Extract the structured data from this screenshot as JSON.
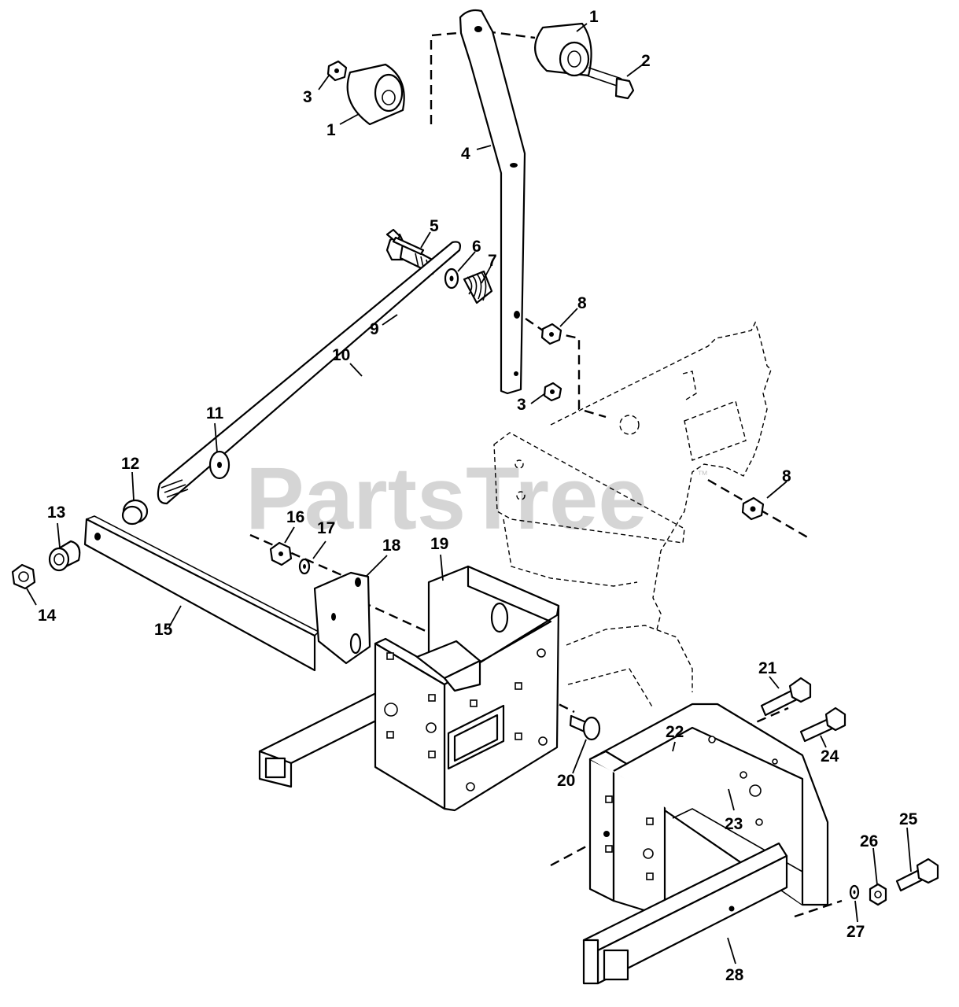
{
  "watermark": {
    "text": "PartsTree",
    "trademark": "™"
  },
  "callouts": [
    {
      "label": "1"
    },
    {
      "label": "2"
    },
    {
      "label": "3"
    },
    {
      "label": "1"
    },
    {
      "label": "4"
    },
    {
      "label": "5"
    },
    {
      "label": "6"
    },
    {
      "label": "7"
    },
    {
      "label": "8"
    },
    {
      "label": "9"
    },
    {
      "label": "10"
    },
    {
      "label": "3"
    },
    {
      "label": "11"
    },
    {
      "label": "12"
    },
    {
      "label": "8"
    },
    {
      "label": "13"
    },
    {
      "label": "16"
    },
    {
      "label": "17"
    },
    {
      "label": "18"
    },
    {
      "label": "19"
    },
    {
      "label": "14"
    },
    {
      "label": "15"
    },
    {
      "label": "21"
    },
    {
      "label": "22"
    },
    {
      "label": "24"
    },
    {
      "label": "20"
    },
    {
      "label": "23"
    },
    {
      "label": "26"
    },
    {
      "label": "25"
    },
    {
      "label": "27"
    },
    {
      "label": "28"
    }
  ]
}
